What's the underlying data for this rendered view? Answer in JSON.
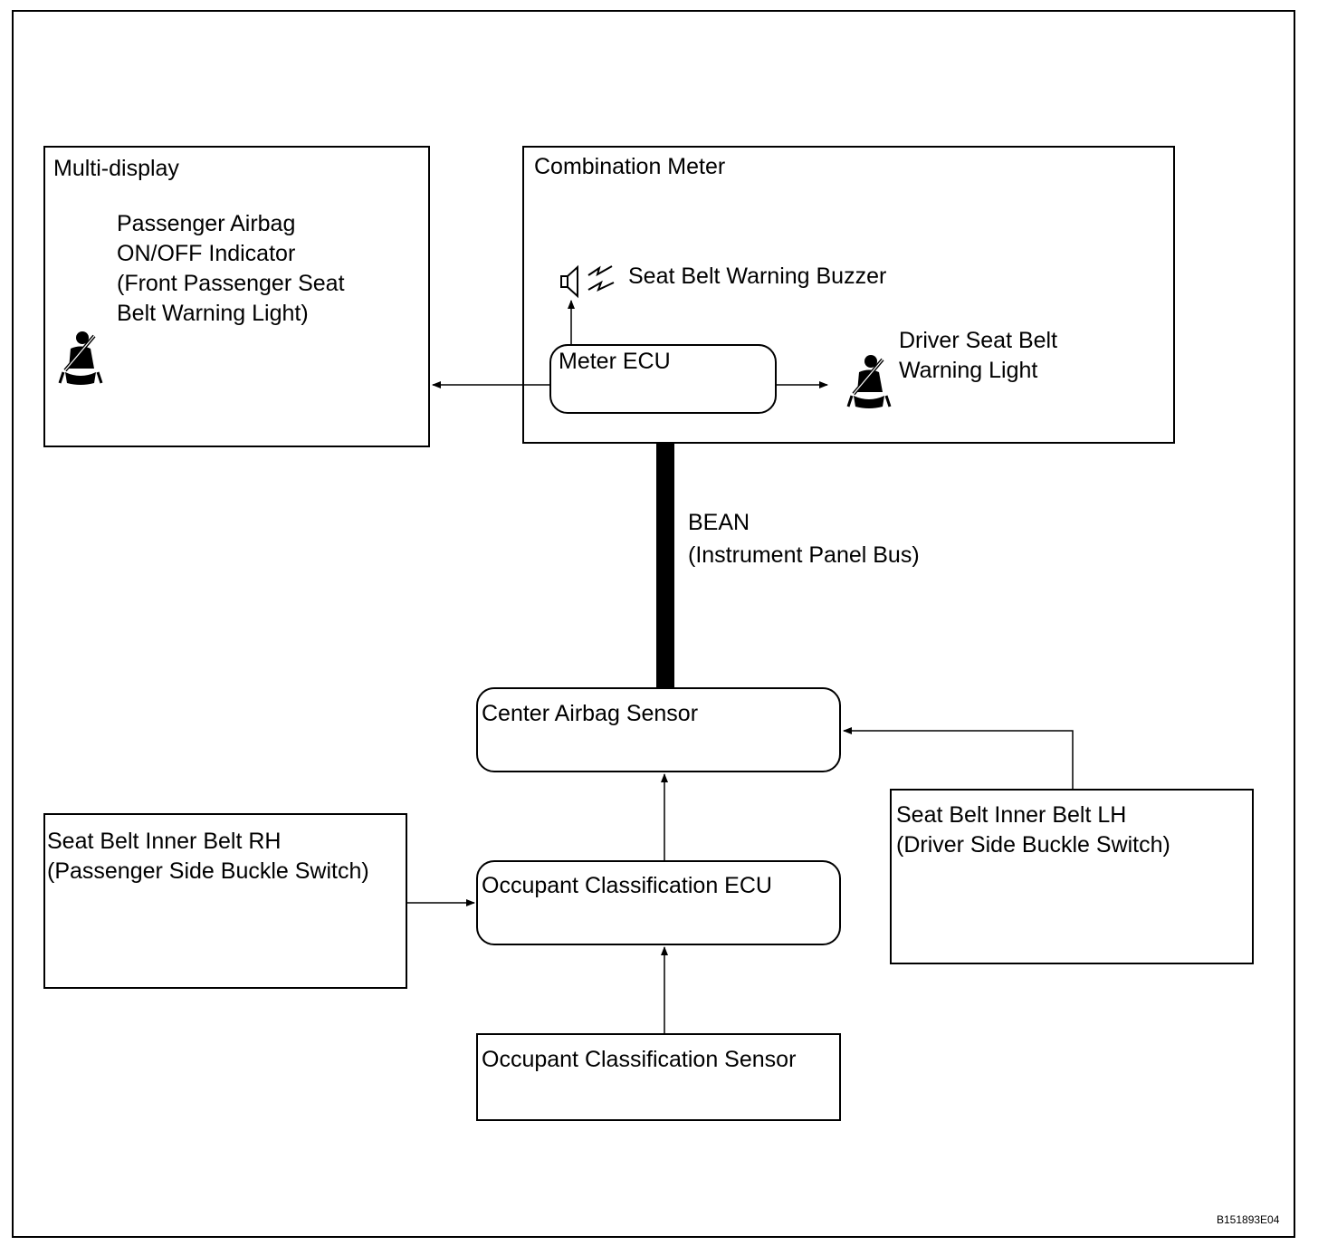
{
  "multi_display": {
    "title": "Multi-display",
    "indicator_lines": [
      "Passenger Airbag",
      "ON/OFF Indicator",
      "(Front Passenger Seat",
      "Belt Warning Light)"
    ]
  },
  "combination_meter": {
    "title": "Combination Meter",
    "buzzer_label": "Seat Belt Warning Buzzer",
    "driver_light_lines": [
      "Driver Seat Belt",
      "Warning Light"
    ],
    "meter_ecu": "Meter ECU"
  },
  "bus": {
    "lines": [
      "BEAN",
      "(Instrument Panel Bus)"
    ]
  },
  "center_airbag_sensor": "Center Airbag Sensor",
  "occupant_classification_ecu": "Occupant Classification ECU",
  "occupant_classification_sensor": "Occupant Classification Sensor",
  "seat_belt_rh": {
    "lines": [
      "Seat Belt Inner Belt RH",
      "(Passenger Side Buckle Switch)"
    ]
  },
  "seat_belt_lh": {
    "lines": [
      "Seat Belt Inner Belt LH",
      "(Driver Side Buckle Switch)"
    ]
  },
  "figure_code": "B151893E04",
  "icons": [
    "seatbelt-warning-icon",
    "buzzer-icon"
  ]
}
